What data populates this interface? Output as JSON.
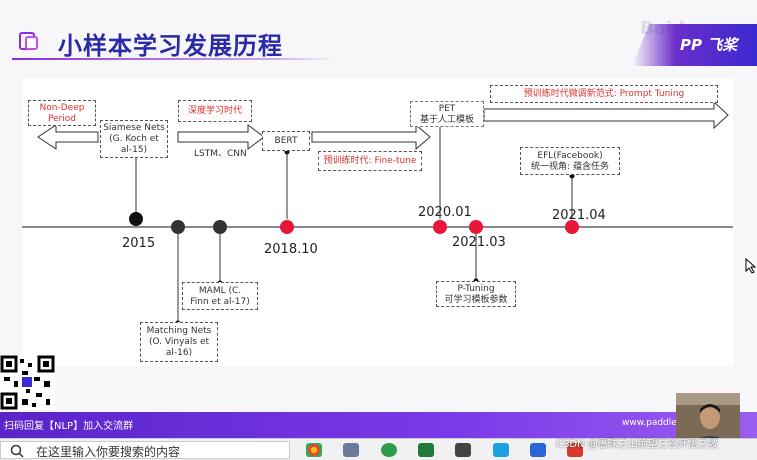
{
  "slide": {
    "title": "小样本学习发展历程",
    "brand": "飞桨",
    "brand_mark": "PP"
  },
  "timeline": {
    "years": {
      "y2015": "2015",
      "y2018": "2018.10",
      "y2020": "2020.01",
      "y2021_03": "2021.03",
      "y2021_04": "2021.04"
    },
    "non_deep": "Non-Deep\nPeriod",
    "siamese": "Siamese Nets\n(G. Koch et\nal-15)",
    "deep_era": "深度学习时代",
    "lstm_cnn": "LSTM、CNN",
    "bert": "BERT",
    "pretrain_finetune": "预训练时代: Fine-tune",
    "pet": "PET\n基于人工模板",
    "prompt_tuning": "预训练时代微调新范式: Prompt Tuning",
    "efl": "EFL(Facebook)\n统一视角: 蕴含任务",
    "maml": "MAML (C.\nFinn et al-17)",
    "matching": "Matching Nets\n(O. Vinyals et\nal-16)",
    "ptuning": "P-Tuning\n可学习模板参数"
  },
  "banner": {
    "text": "扫码回复【NLP】加入交流群",
    "url": "www.paddle"
  },
  "taskbar": {
    "search_placeholder": "在这里输入你要搜索的内容"
  },
  "watermark": "CSDN @愚昧之山绝望之谷开悟之坡",
  "colors": {
    "accent": "#2a2aa8",
    "red_dot": "#e8173a",
    "purple": "#6a2ec9"
  }
}
